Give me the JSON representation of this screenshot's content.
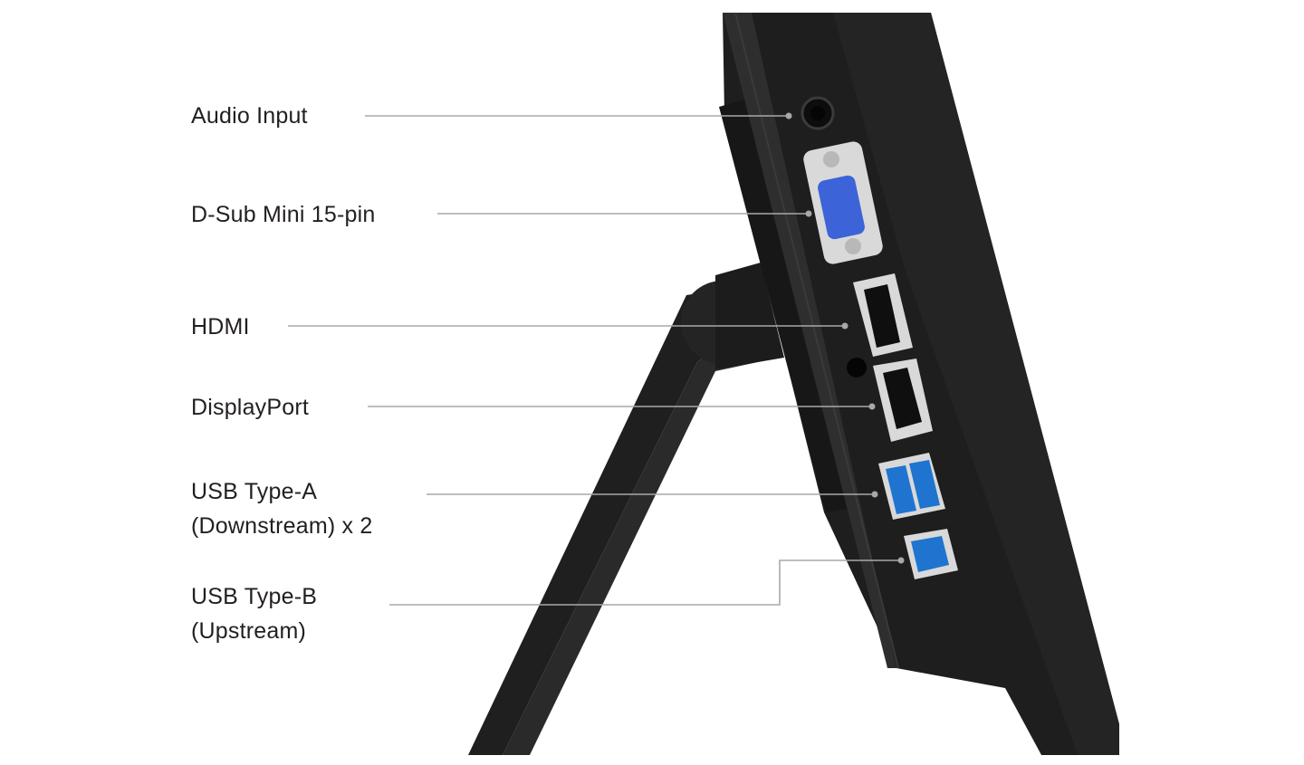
{
  "ports": [
    {
      "id": "audio",
      "lines": [
        "Audio Input"
      ]
    },
    {
      "id": "dsub",
      "lines": [
        "D-Sub Mini 15-pin"
      ]
    },
    {
      "id": "hdmi",
      "lines": [
        "HDMI"
      ]
    },
    {
      "id": "displayport",
      "lines": [
        "DisplayPort"
      ]
    },
    {
      "id": "usb-a",
      "lines": [
        "USB Type-A",
        "(Downstream) x 2"
      ]
    },
    {
      "id": "usb-b",
      "lines": [
        "USB Type-B",
        "(Upstream)"
      ]
    }
  ],
  "colors": {
    "background": "#ffffff",
    "text": "#231f20",
    "leader_line": "#a6a8ab",
    "monitor_body": "#1b1b1b",
    "monitor_edge": "#2c2c2c",
    "stand": "#202020",
    "port_frame": "#d9d9d9",
    "vga_blue": "#3c64d8",
    "usb_blue": "#1f74cf"
  }
}
